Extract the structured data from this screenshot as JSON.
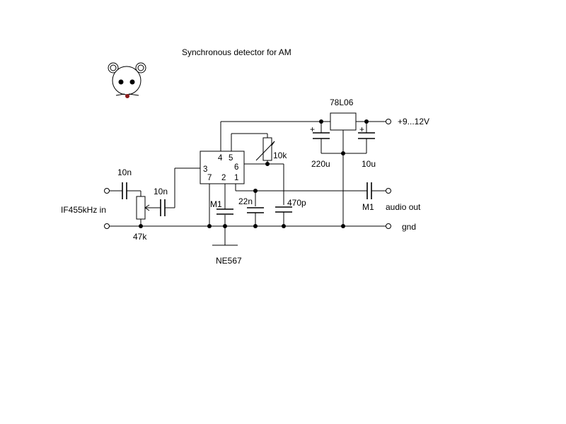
{
  "title": "Synchronous detector for AM",
  "labels": {
    "ic": "NE567",
    "regulator": "78L06",
    "supply": "+9...12V",
    "input": "IF455kHz in",
    "audio_out": "audio out",
    "gnd": "gnd",
    "c_in": "10n",
    "c_couple": "10n",
    "pot_in": "47k",
    "pot_timing": "10k",
    "c_pin2": "M1",
    "c_pin1": "22n",
    "c_timing": "470p",
    "c_out": "M1",
    "c_reg_in": "220u",
    "c_reg_out": "10u",
    "plus_1": "+",
    "plus_2": "+"
  },
  "pins": {
    "p4": "4",
    "p5": "5",
    "p3": "3",
    "p6": "6",
    "p7": "7",
    "p2": "2",
    "p1": "1"
  },
  "colors": {
    "ink": "#000000",
    "background": "#ffffff",
    "mascot_nose": "#8b1a1a"
  },
  "icons": {
    "mascot": "mouse-face-icon"
  }
}
